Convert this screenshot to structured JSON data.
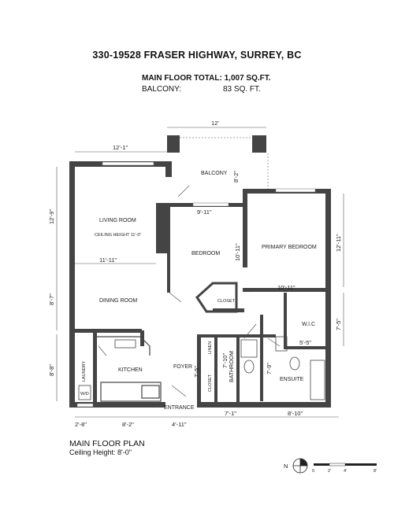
{
  "header": {
    "title": "330-19528 FRASER HIGHWAY, SURREY, BC",
    "main_floor_total": "MAIN FLOOR TOTAL: 1,007 SQ.FT.",
    "balcony_label": "BALCONY:",
    "balcony_value": "83 SQ. FT."
  },
  "rooms": {
    "balcony": "BALCONY",
    "living_room": "LIVING ROOM",
    "ceiling_note": "CEILING HEIGHT 11'-0\"",
    "bedroom": "BEDROOM",
    "primary_bedroom": "PRIMARY BEDROOM",
    "dining_room": "DINING ROOM",
    "closet": "CLOSET",
    "wic": "W.I.C",
    "laundry": "LAUNDRY",
    "kitchen": "KITCHEN",
    "foyer": "FOYER",
    "linen": "LINEN",
    "closet2": "CLOSET",
    "bathroom": "BATHROOM",
    "ensuite": "ENSUITE",
    "entrance": "ENTRANCE",
    "washer_dryer": "W/D"
  },
  "dimensions": {
    "balcony_width": "12'",
    "living_width": "12'-1\"",
    "balcony_depth": "8'-2\"",
    "bedroom_width": "9'-11\"",
    "bedroom_depth": "10'-11\"",
    "living_depth": "12'-9\"",
    "dining_width": "11'-11\"",
    "dining_depth": "8'-7\"",
    "primary_depth": "12'-11\"",
    "primary_width": "10'-11\"",
    "wic_depth": "7'-5\"",
    "wic_width": "5'-5\"",
    "laundry_depth": "8'-8\"",
    "foyer_closet": "7'-5\"",
    "bathroom_depth": "7'-10\"",
    "ensuite_depth": "7'-9\"",
    "bottom_laundry": "2'-8\"",
    "bottom_kitchen": "8'-2\"",
    "bottom_entrance": "4'-11\"",
    "bottom_bath": "7'-1\"",
    "bottom_ensuite": "8'-10\""
  },
  "footer": {
    "plan_title": "MAIN FLOOR PLAN",
    "ceiling_height": "Ceiling Height: 8'-0\"",
    "north": "N",
    "scale_labels": [
      "0",
      "2'",
      "4'",
      "8'"
    ]
  }
}
